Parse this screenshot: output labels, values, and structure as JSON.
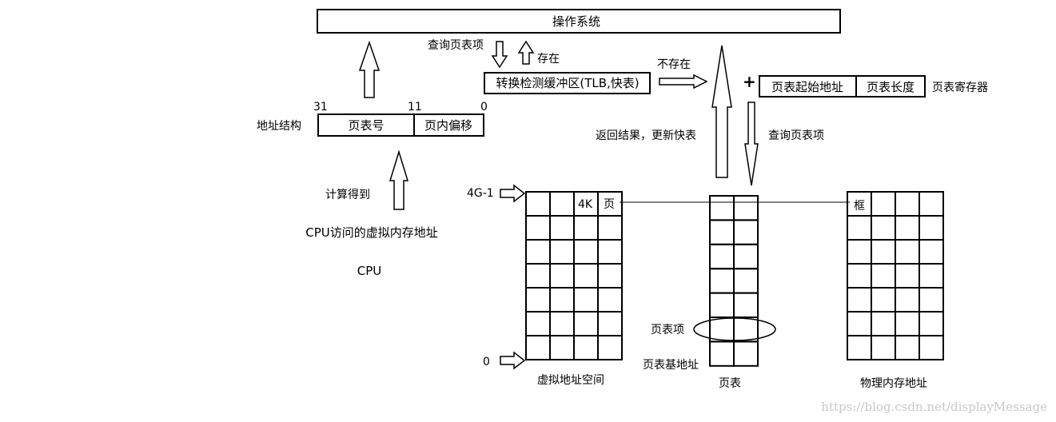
{
  "os_box": "操作系统",
  "query_pte_top": "查询页表项",
  "exists": "存在",
  "tlb_box": "转换检测缓冲区(TLB,快表)",
  "not_exists": "不存在",
  "plus": "+",
  "register": {
    "start_addr": "页表起始地址",
    "length": "页表长度",
    "label": "页表寄存器"
  },
  "address_structure": {
    "label": "地址结构",
    "bit_31": "31",
    "bit_11": "11",
    "bit_0": "0",
    "page_number": "页表号",
    "page_offset": "页内偏移"
  },
  "return_result": "返回结果，更新快表",
  "query_pte_right": "查询页表项",
  "computed": "计算得到",
  "cpu_vaddr": "CPU访问的虚拟内存地址",
  "cpu": "CPU",
  "virtual_space": {
    "top_marker": "4G-1",
    "bottom_marker": "0",
    "cell_4k": "4K",
    "cell_page": "页",
    "label": "虚拟地址空间"
  },
  "page_table": {
    "pte_label": "页表项",
    "base_label": "页表基地址",
    "label": "页表"
  },
  "physical": {
    "frame_label": "框",
    "label": "物理内存地址"
  },
  "watermark": "https://blog.csdn.net/displayMessage"
}
